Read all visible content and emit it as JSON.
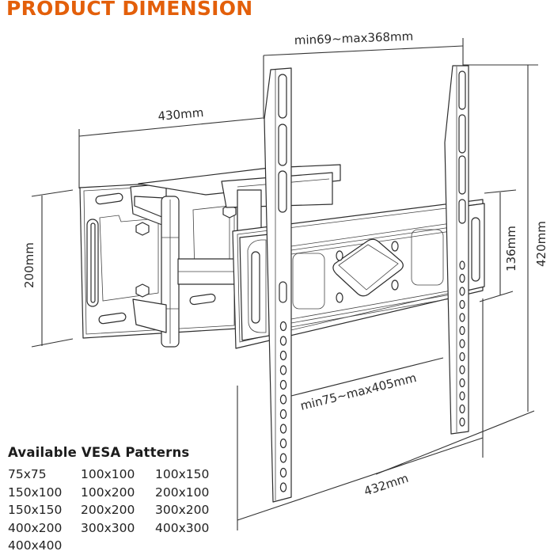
{
  "title": "PRODUCT DIMENSION",
  "accent_color": "#e35f0a",
  "dimensions": {
    "plate_spacing_top": "min69~max368mm",
    "arm_width": "430mm",
    "wall_plate_height": "200mm",
    "rail_height": "136mm",
    "overall_height": "420mm",
    "plate_spacing_bottom": "min75~max405mm",
    "overall_width": "432mm"
  },
  "vesa": {
    "heading": "Available VESA Patterns",
    "patterns": [
      "75x75",
      "100x100",
      "100x150",
      "150x100",
      "100x200",
      "200x100",
      "150x150",
      "200x200",
      "300x200",
      "400x200",
      "300x300",
      "400x300",
      "400x400"
    ]
  }
}
